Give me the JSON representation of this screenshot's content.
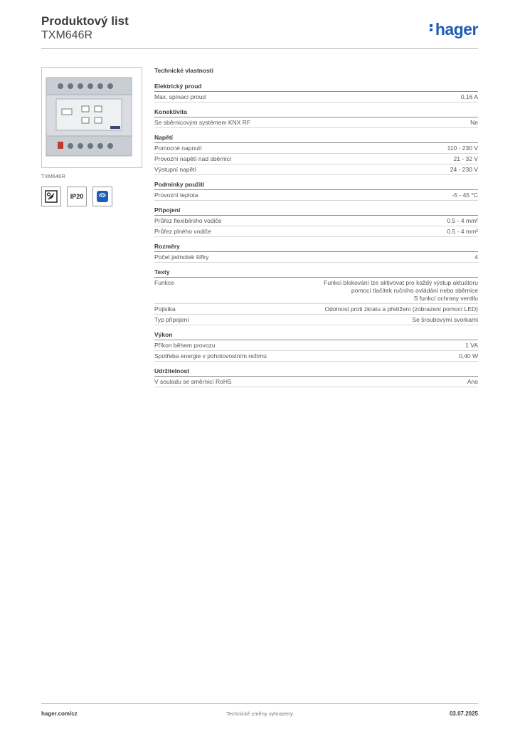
{
  "header": {
    "title": "Produktový list",
    "subtitle": "TXM646R",
    "logo_text": "hager",
    "logo_color": "#1d5fb5"
  },
  "product": {
    "caption": "TXM646R",
    "badges": [
      {
        "icon": "mains-tool-icon"
      },
      {
        "label": "IP20"
      },
      {
        "icon": "radio-frequency-icon"
      }
    ]
  },
  "specs": {
    "title": "Technické vlastnosti",
    "sections": [
      {
        "title": "Elektrický proud",
        "rows": [
          {
            "label": "Max. spínací proud",
            "value": "0,16 A"
          }
        ]
      },
      {
        "title": "Konektivita",
        "rows": [
          {
            "label": "Se sběrnicovým systémem KNX RF",
            "value": "Ne"
          }
        ]
      },
      {
        "title": "Napětí",
        "rows": [
          {
            "label": "Pomocné napnutí",
            "value": "110 - 230 V"
          },
          {
            "label": "Provozní napětí nad sběrnicí",
            "value": "21 - 32 V"
          },
          {
            "label": "Výstupní napětí",
            "value": "24 - 230 V"
          }
        ]
      },
      {
        "title": "Podmínky použití",
        "rows": [
          {
            "label": "Provozní teplota",
            "value": "-5 - 45 °C"
          }
        ]
      },
      {
        "title": "Připojení",
        "rows": [
          {
            "label": "Průřez flexibilního vodiče",
            "value": "0.5 - 4 mm²"
          },
          {
            "label": "Průřez plného vodiče",
            "value": "0.5 - 4 mm²"
          }
        ]
      },
      {
        "title": "Rozměry",
        "rows": [
          {
            "label": "Počet jednotek šířky",
            "value": "4"
          }
        ]
      },
      {
        "title": "Texty",
        "rows": [
          {
            "label": "Funkce",
            "value": "Funkci blokování lze aktivovat pro každý výstup aktuátoru\npomocí tlačítek ručního ovládání nebo sběrnice\nS funkcí ochrany ventilu"
          },
          {
            "label": "Pojistka",
            "value": "Odolnost proti zkratu a přetížení (zobrazení pomocí LED)"
          },
          {
            "label": "Typ připojení",
            "value": "Se šroubovými svorkami"
          }
        ]
      },
      {
        "title": "Výkon",
        "rows": [
          {
            "label": "Příkon během provozu",
            "value": "1 VA"
          },
          {
            "label": "Spotřeba energie v pohotovostním režimu",
            "value": "0,40 W"
          }
        ]
      },
      {
        "title": "Udržitelnost",
        "rows": [
          {
            "label": "V souladu se směrnicí RoHS",
            "value": "Ano"
          }
        ]
      }
    ]
  },
  "footer": {
    "left": "hager.com/cz",
    "center": "Technické změny vyhrazeny",
    "right": "03.07.2025"
  }
}
